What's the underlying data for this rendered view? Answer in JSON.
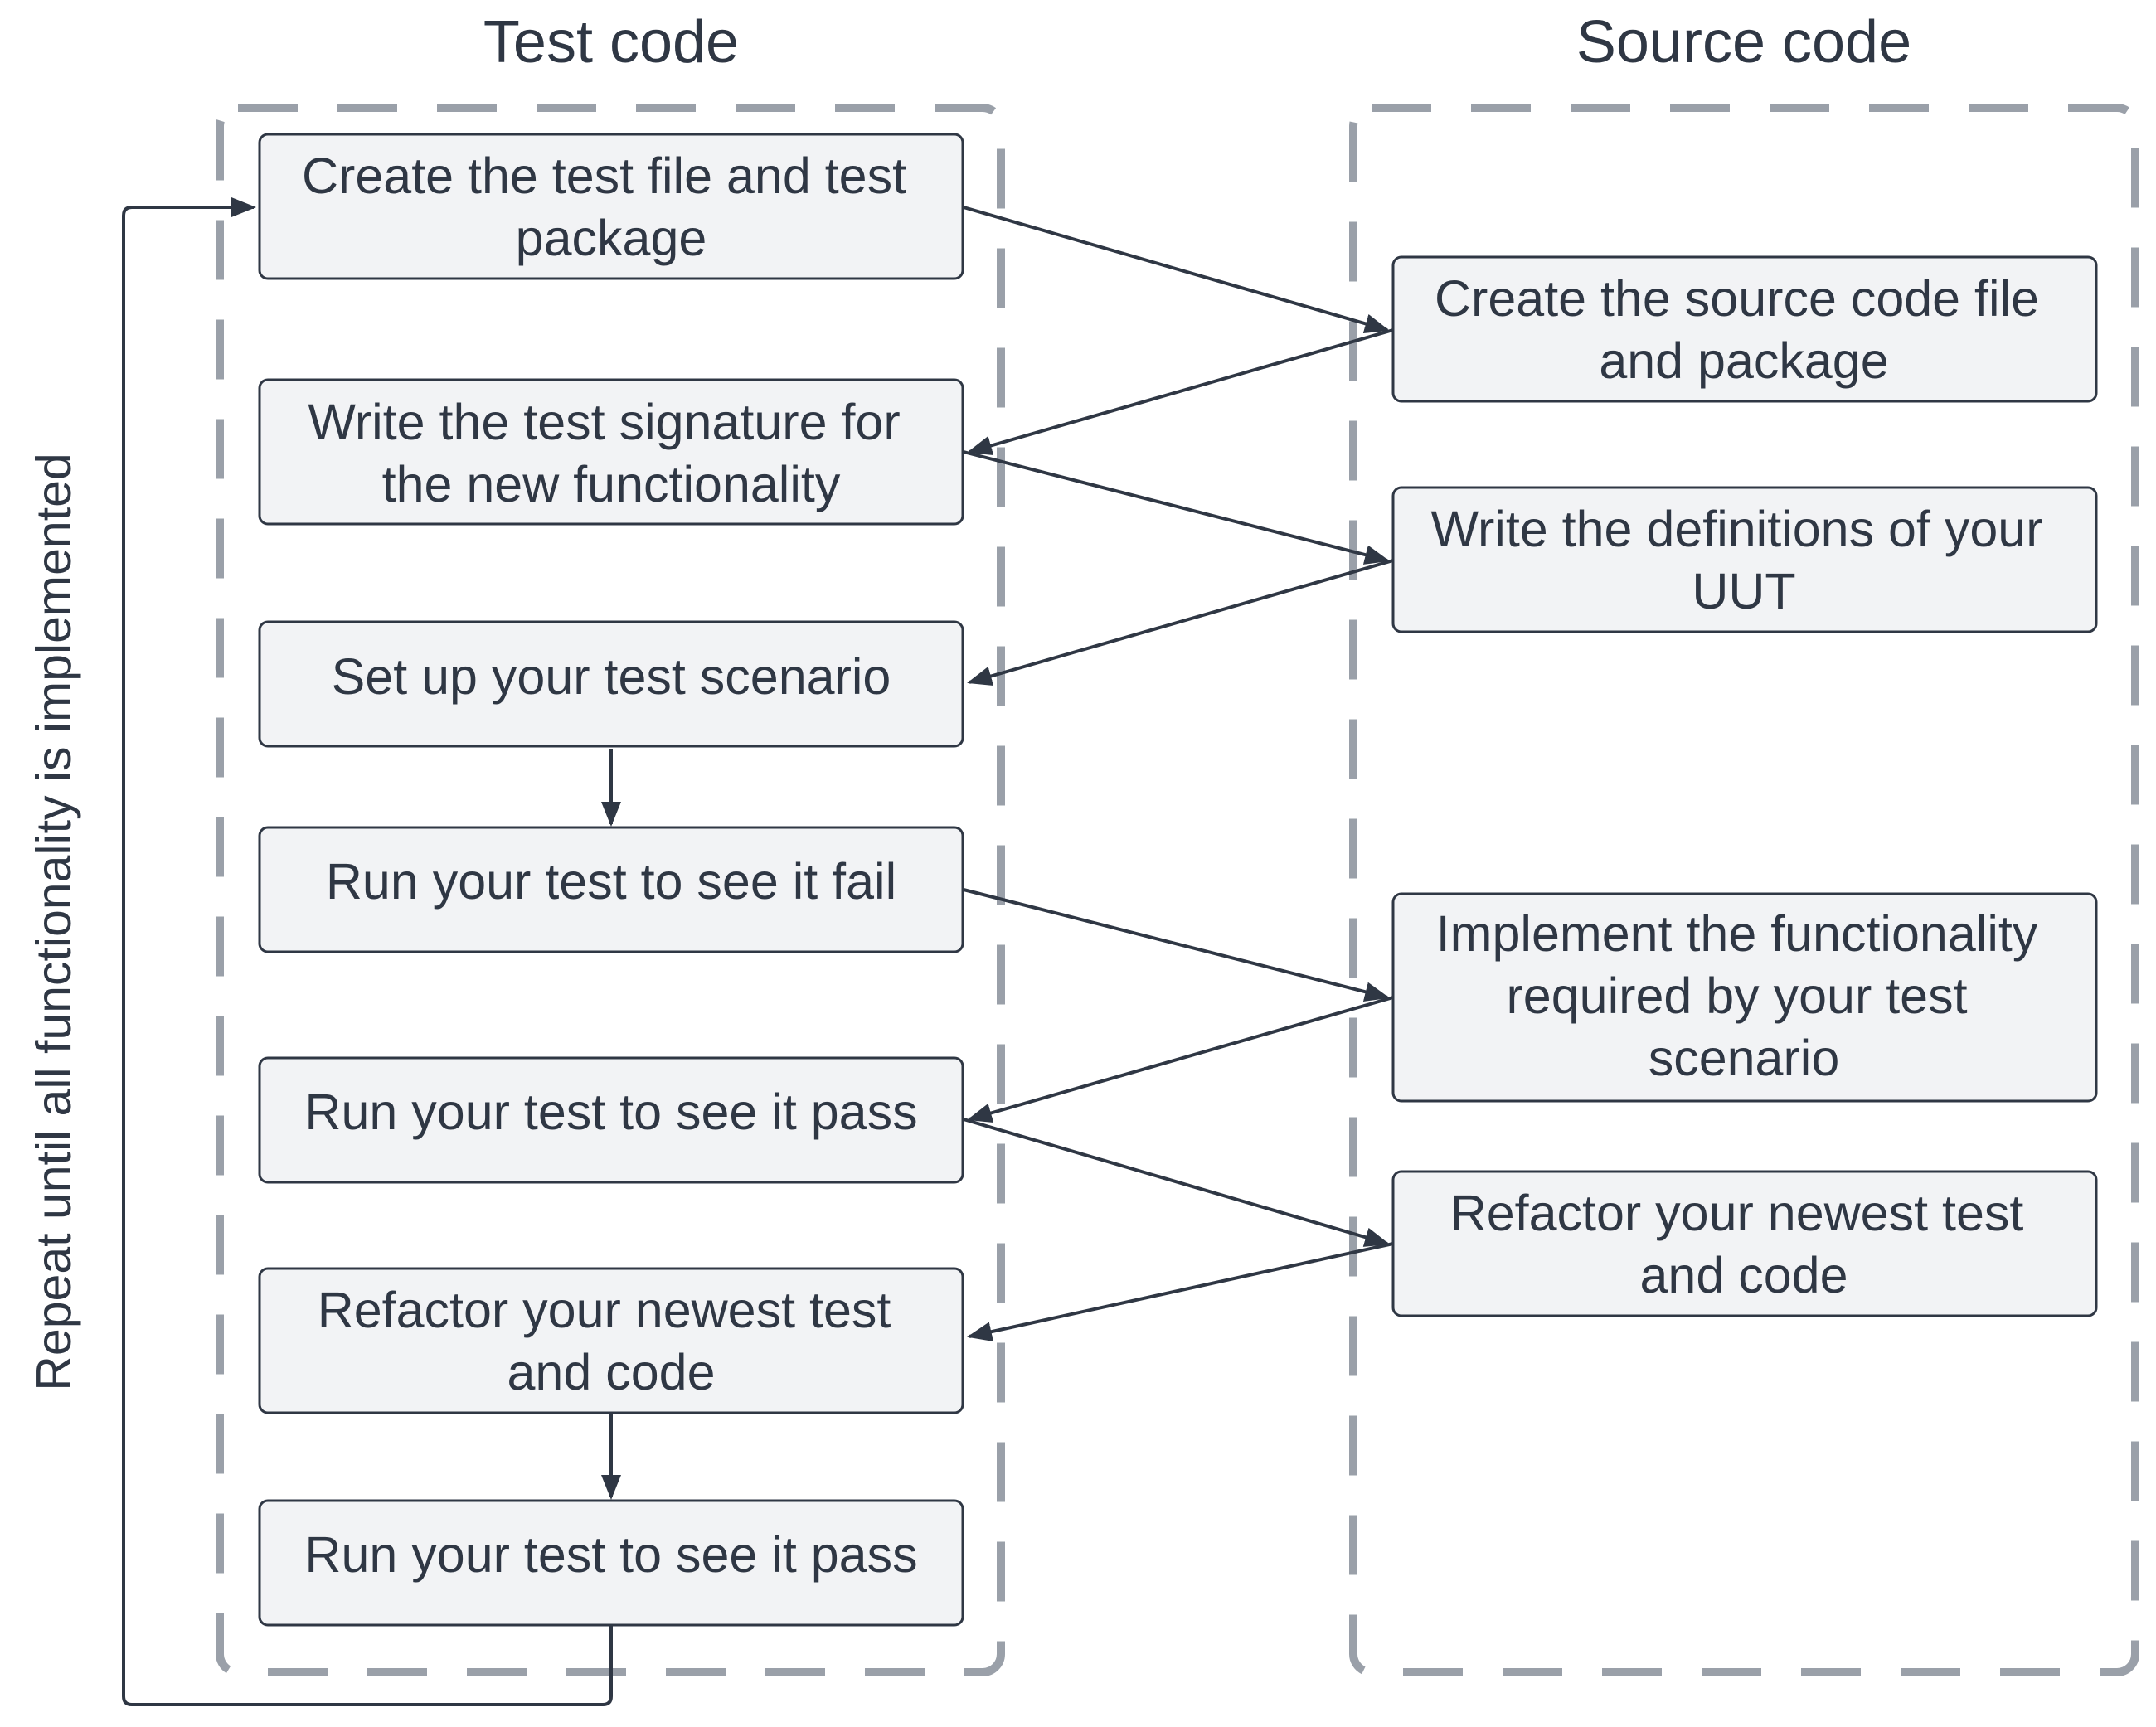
{
  "lanes": {
    "test": {
      "title": "Test code"
    },
    "source": {
      "title": "Source code"
    }
  },
  "steps": {
    "test_create_file": {
      "lines": [
        "Create the test file and test",
        "package"
      ]
    },
    "test_write_signature": {
      "lines": [
        "Write the test signature for",
        "the new functionality"
      ]
    },
    "test_setup_scenario": {
      "lines": [
        "Set up your test scenario"
      ]
    },
    "test_run_fail": {
      "lines": [
        "Run your test to see it fail"
      ]
    },
    "test_run_pass_1": {
      "lines": [
        "Run your test to see it pass"
      ]
    },
    "test_refactor": {
      "lines": [
        "Refactor your newest test",
        "and code"
      ]
    },
    "test_run_pass_2": {
      "lines": [
        "Run your test to see it pass"
      ]
    },
    "source_create_file": {
      "lines": [
        "Create the source code file",
        "and package"
      ]
    },
    "source_write_definitions": {
      "lines": [
        "Write the definitions of your",
        "UUT"
      ]
    },
    "source_implement": {
      "lines": [
        "Implement the functionality",
        "required by your test",
        "scenario"
      ]
    },
    "source_refactor": {
      "lines": [
        "Refactor your newest test",
        "and code"
      ]
    }
  },
  "loop": {
    "label": "Repeat until all functionality is implemented"
  }
}
